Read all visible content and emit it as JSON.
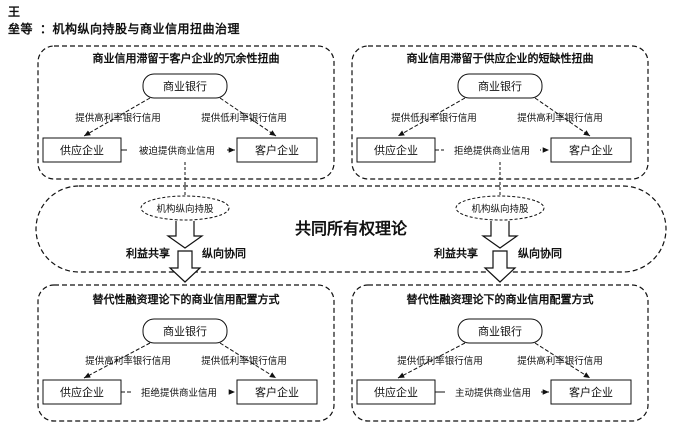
{
  "header": {
    "author": "王　垒等",
    "title": "：机构纵向持股与商业信用扭曲治理"
  },
  "center": {
    "theory": "共同所有权理论",
    "left_oval": "机构纵向持股",
    "right_oval": "机构纵向持股",
    "left_benefit": "利益共享",
    "left_synergy": "纵向协同",
    "right_benefit": "利益共享",
    "right_synergy": "纵向协同"
  },
  "panels": {
    "top_left": {
      "title": "商业信用滞留于客户企业的冗余性扭曲",
      "bank": "商业银行",
      "supplier": "供应企业",
      "customer": "客户企业",
      "bank_to_supplier": "提供高利率银行信用",
      "bank_to_customer": "提供低利率银行信用",
      "supplier_to_customer": "被迫提供商业信用"
    },
    "top_right": {
      "title": "商业信用滞留于供应企业的短缺性扭曲",
      "bank": "商业银行",
      "supplier": "供应企业",
      "customer": "客户企业",
      "bank_to_supplier": "提供低利率银行信用",
      "bank_to_customer": "提供高利率银行信用",
      "supplier_to_customer": "拒绝提供商业信用"
    },
    "bottom_left": {
      "title": "替代性融资理论下的商业信用配置方式",
      "bank": "商业银行",
      "supplier": "供应企业",
      "customer": "客户企业",
      "bank_to_supplier": "提供高利率银行信用",
      "bank_to_customer": "提供低利率银行信用",
      "supplier_to_customer": "拒绝提供商业信用"
    },
    "bottom_right": {
      "title": "替代性融资理论下的商业信用配置方式",
      "bank": "商业银行",
      "supplier": "供应企业",
      "customer": "客户企业",
      "bank_to_supplier": "提供低利率银行信用",
      "bank_to_customer": "提供高利率银行信用",
      "supplier_to_customer": "主动提供商业信用"
    }
  }
}
